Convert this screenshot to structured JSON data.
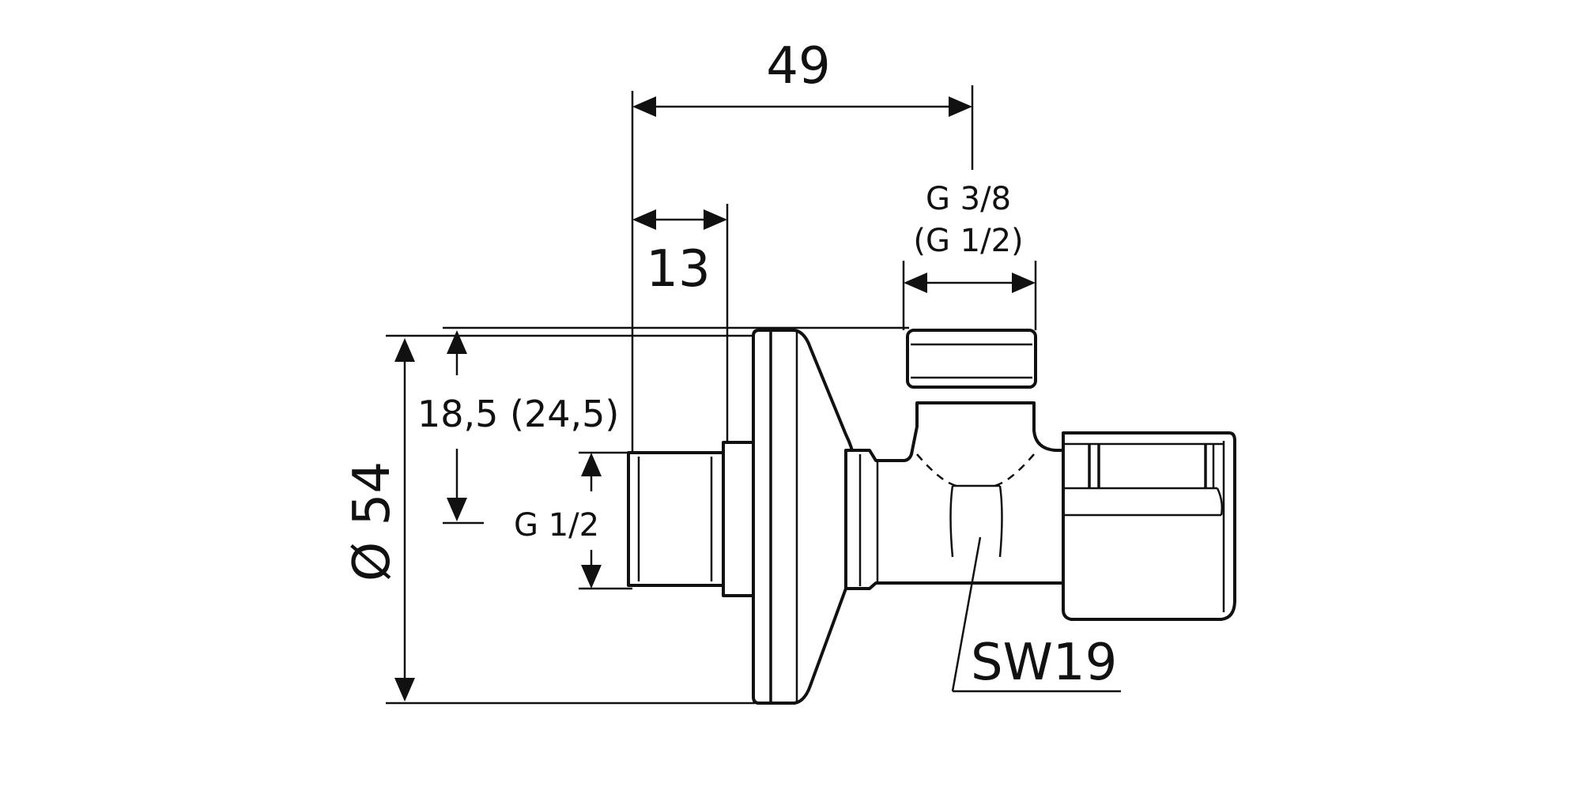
{
  "dimensions": {
    "overall_length": "49",
    "thread_length": "13",
    "outlet_thread": "G 3/8",
    "outlet_thread_alt": "(G 1/2)",
    "offset": "18,5 (24,5)",
    "inlet_thread": "G 1/2",
    "rosette_diameter": "Ø 54",
    "wrench_size": "SW19"
  }
}
